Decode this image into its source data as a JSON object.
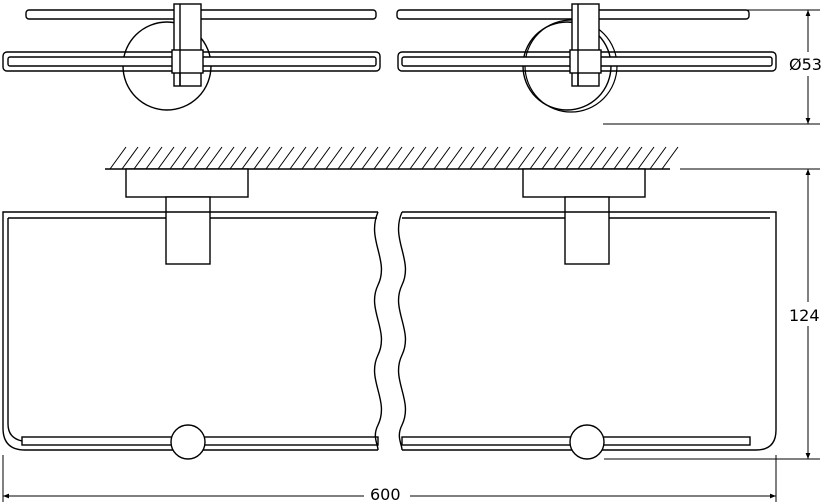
{
  "dimensions": {
    "diameter": "Ø53",
    "height": "124",
    "width": "600"
  },
  "colors": {
    "line": "#000000",
    "background": "#ffffff"
  }
}
